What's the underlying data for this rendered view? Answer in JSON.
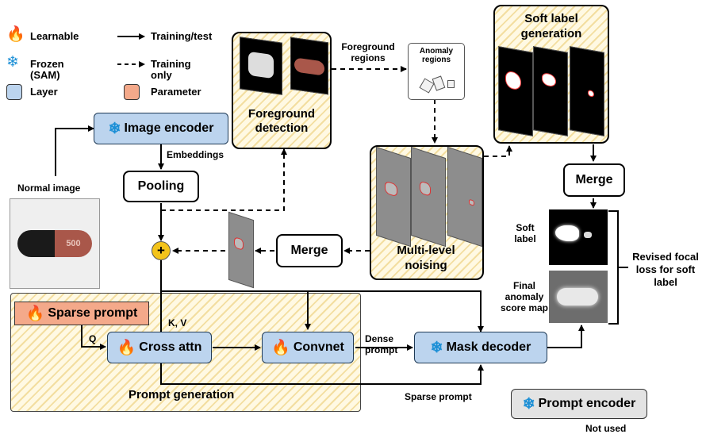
{
  "legend": {
    "learnable": "Learnable",
    "frozen": "Frozen (SAM)",
    "layer": "Layer",
    "parameter": "Parameter",
    "training_test": "Training/test",
    "training_only": "Training only",
    "colors": {
      "layer": "#bcd4ee",
      "parameter": "#f4a98a"
    }
  },
  "labels": {
    "normal_image": "Normal image",
    "embeddings": "Embeddings",
    "foreground_regions": "Foreground regions",
    "anomaly_regions": "Anomaly regions",
    "soft_label": "Soft label",
    "final_anomaly_score_map": "Final anomaly score map",
    "revised_loss": "Revised focal loss for soft label",
    "k_v": "K, V",
    "q": "Q",
    "dense_prompt": "Dense prompt",
    "sparse_prompt_edge": "Sparse prompt",
    "not_used": "Not used",
    "capsule_text": "500"
  },
  "boxes": {
    "image_encoder": "Image encoder",
    "pooling": "Pooling",
    "foreground_detection": "Foreground detection",
    "soft_label_generation": "Soft label generation",
    "merge_top": "Merge",
    "merge_mid": "Merge",
    "multi_level_noising": "Multi-level noising",
    "sparse_prompt": "Sparse prompt",
    "cross_attn": "Cross attn",
    "convnet": "Convnet",
    "mask_decoder": "Mask decoder",
    "prompt_generation": "Prompt generation",
    "prompt_encoder": "Prompt encoder"
  },
  "icons": {
    "fire": "fire-icon",
    "snowflake": "snowflake-icon",
    "plus": "plus-icon"
  }
}
